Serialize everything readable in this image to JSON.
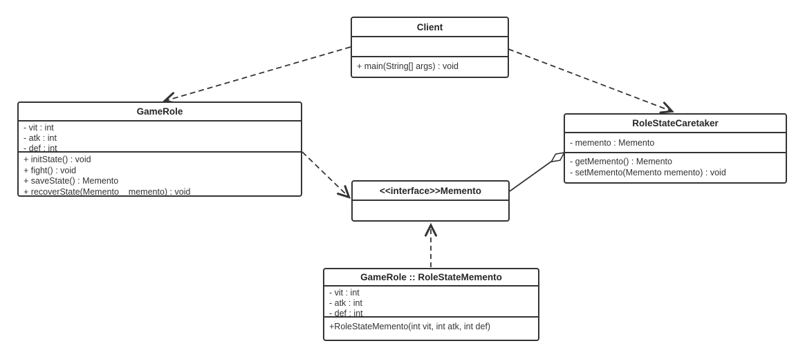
{
  "classes": {
    "client": {
      "name": "Client",
      "attributes": [],
      "methods": [
        "+ main(String[] args) : void"
      ]
    },
    "gameRole": {
      "name": "GameRole",
      "attributes": [
        "- vit : int",
        "- atk : int",
        "- def : int"
      ],
      "methods": [
        "+ initState() : void",
        "+ fight() : void",
        "+ saveState() : Memento",
        "+ recoverState(Memento    memento) : void"
      ]
    },
    "roleStateCaretaker": {
      "name": "RoleStateCaretaker",
      "attributes": [
        "- memento : Memento"
      ],
      "methods": [
        "- getMemento() : Memento",
        "- setMemento(Memento memento) : void"
      ]
    },
    "memento": {
      "name": "<<interface>>Memento",
      "attributes": [],
      "methods": []
    },
    "roleStateMemento": {
      "name": "GameRole :: RoleStateMemento",
      "attributes": [
        "- vit : int",
        "- atk : int",
        "- def : int"
      ],
      "methods": [
        "+RoleStateMemento(int vit, int atk, int def)"
      ]
    }
  },
  "relationships": [
    {
      "from": "Client",
      "to": "GameRole",
      "type": "dependency",
      "line": "dashed",
      "head": "open-arrow"
    },
    {
      "from": "Client",
      "to": "RoleStateCaretaker",
      "type": "dependency",
      "line": "dashed",
      "head": "open-arrow"
    },
    {
      "from": "GameRole",
      "to": "Memento",
      "type": "dependency",
      "line": "dashed",
      "head": "open-arrow"
    },
    {
      "from": "GameRole :: RoleStateMemento",
      "to": "Memento",
      "type": "realization",
      "line": "dashed",
      "head": "open-arrow"
    },
    {
      "from": "RoleStateCaretaker",
      "to": "Memento",
      "type": "aggregation",
      "line": "solid",
      "head": "hollow-diamond"
    }
  ],
  "colors": {
    "stroke": "#333333",
    "fill": "#ffffff"
  }
}
